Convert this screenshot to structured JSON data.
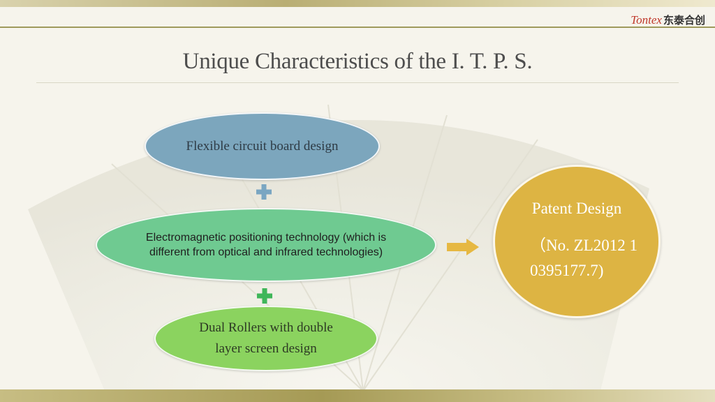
{
  "logo": {
    "latin": "Tontex",
    "cjk": "东泰合创"
  },
  "slide": {
    "title": "Unique Characteristics of the I. T. P. S."
  },
  "diagram": {
    "nodes": [
      {
        "id": "circuit-board",
        "label": "Flexible circuit board design",
        "color": "#7ca6bd"
      },
      {
        "id": "electromagnetic",
        "label": "Electromagnetic positioning technology (which is different from optical and infrared technologies)",
        "color": "#6fca91"
      },
      {
        "id": "dual-rollers",
        "label": "Dual Rollers with double layer screen design",
        "color": "#8bd35f"
      }
    ],
    "connectors": [
      {
        "type": "plus",
        "color": "#7aa6c2"
      },
      {
        "type": "plus",
        "color": "#3fb659"
      }
    ],
    "arrow": {
      "color": "#e6b842"
    },
    "result": {
      "title": "Patent Design",
      "number": "（No. ZL2012 1 0395177.7)",
      "color": "#ddb443"
    }
  }
}
